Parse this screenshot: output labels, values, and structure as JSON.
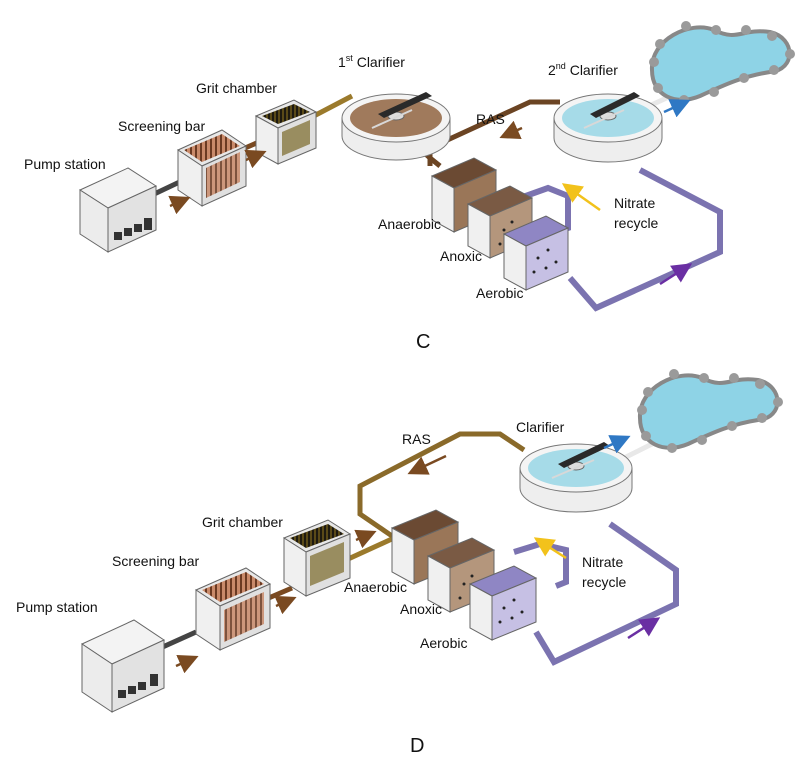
{
  "panels": [
    {
      "letter": "C",
      "labels": {
        "pump_station": "Pump station",
        "screening_bar": "Screening bar",
        "grit_chamber": "Grit chamber",
        "first_clarifier_num": "1",
        "first_clarifier_sup": "st",
        "first_clarifier_word": " Clarifier",
        "second_clarifier_num": "2",
        "second_clarifier_sup": "nd",
        "second_clarifier_word": " Clarifier",
        "ras": "RAS",
        "anaerobic": "Anaerobic",
        "anoxic": "Anoxic",
        "aerobic": "Aerobic",
        "nitrate_1": "Nitrate",
        "nitrate_2": "recycle"
      }
    },
    {
      "letter": "D",
      "labels": {
        "pump_station": "Pump station",
        "screening_bar": "Screening bar",
        "grit_chamber": "Grit chamber",
        "clarifier": "Clarifier",
        "ras": "RAS",
        "anaerobic": "Anaerobic",
        "anoxic": "Anoxic",
        "aerobic": "Aerobic",
        "nitrate_1": "Nitrate",
        "nitrate_2": "recycle"
      }
    }
  ],
  "colors": {
    "flow_pipe": "#7a4a21",
    "ras_pipe_c": "#6b4423",
    "ras_pipe_d": "#8a6a2a",
    "recycle_pipe": "#7b73b0",
    "nitrate_arrow": "#f2c21b",
    "effluent_arrow": "#2f78c4",
    "recycle_arrow": "#6a2fa3",
    "water": "#8ed3e6",
    "rock": "#9a9a9a"
  }
}
